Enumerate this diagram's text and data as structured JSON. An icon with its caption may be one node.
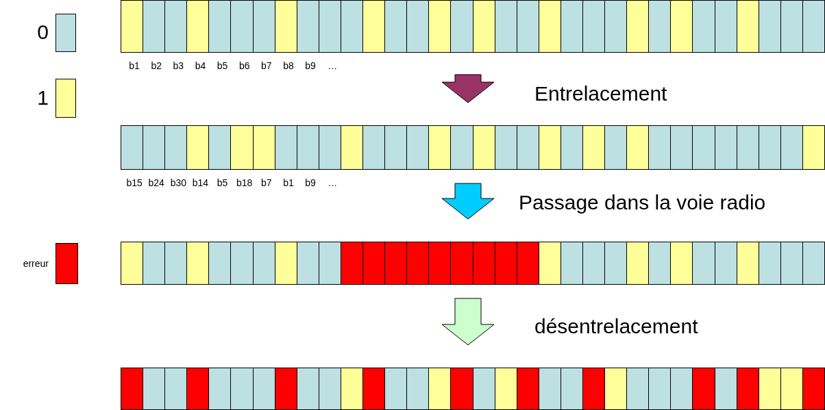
{
  "diagram": {
    "nodes": [
      {
        "text": [],
        "shape": "bar",
        "beside": [
          "b1",
          "b2",
          "b3",
          "b4",
          "b5",
          "b6",
          "b7",
          "b8",
          "b9",
          "…"
        ]
      },
      {
        "text": [],
        "shape": "bar",
        "beside": [
          "b15",
          "b24",
          "b30",
          "b14",
          "b5",
          "b18",
          "b7",
          "b1",
          "b9",
          "…"
        ]
      },
      {
        "text": [],
        "shape": "bar"
      },
      {
        "text": [],
        "shape": "bar"
      }
    ],
    "edges": [
      {
        "from": 0,
        "to": 1,
        "arrow": "to",
        "label": "Entrelacement",
        "color": "#993366"
      },
      {
        "from": 1,
        "to": 2,
        "arrow": "to",
        "label": "Passage dans la voie radio",
        "color": "#00ccff"
      },
      {
        "from": 2,
        "to": 3,
        "arrow": "to",
        "label": "désentrelacement",
        "color": "#ccffcc"
      }
    ],
    "legend": [
      {
        "text": "0",
        "color": "#bde0e3"
      },
      {
        "text": "1",
        "color": "#ffff99"
      },
      {
        "text": "erreur",
        "color": "#ff0000"
      }
    ]
  }
}
